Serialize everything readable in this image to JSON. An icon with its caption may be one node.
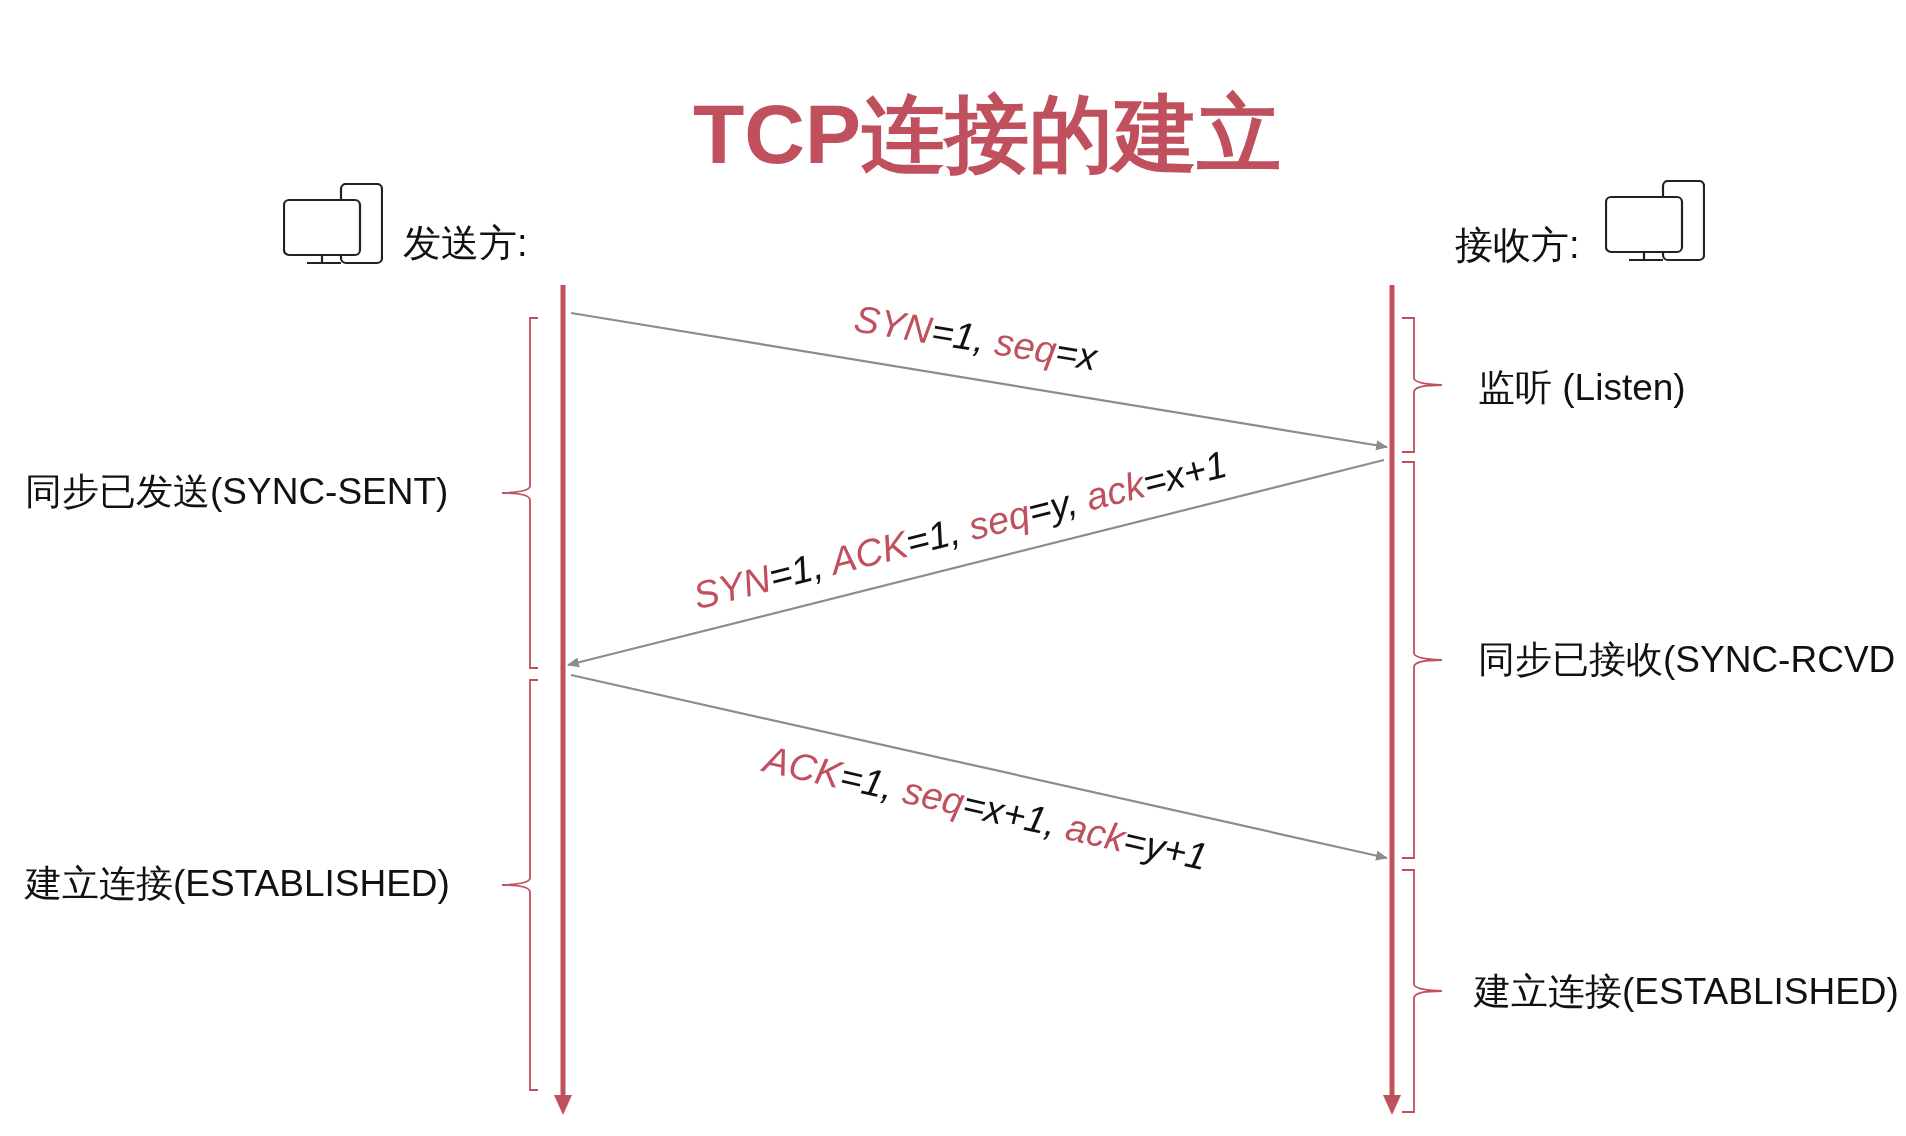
{
  "diagram": {
    "title": "TCP连接的建立",
    "nodes": [
      {
        "text": [
          "发送方:"
        ]
      },
      {
        "text": [
          "接收方:"
        ]
      },
      {
        "text": [],
        "shape": "bar"
      },
      {
        "text": [],
        "shape": "bar"
      }
    ],
    "edges": [
      {
        "from": 2,
        "to": 3,
        "arrow": "to",
        "label": "SYN=1, seq=x"
      },
      {
        "from": 3,
        "to": 2,
        "arrow": "to",
        "label": "SYN=1, ACK=1, seq=y, ack=x+1"
      },
      {
        "from": 2,
        "to": 3,
        "arrow": "to",
        "label": "ACK=1, seq=x+1, ack=y+1"
      }
    ],
    "labels": [
      "监听 (Listen)",
      "同步已发送(SYNC-SENT)",
      "同步已接收(SYNC-RCVD",
      "建立连接(ESTABLISHED)",
      "建立连接(ESTABLISHED)"
    ]
  }
}
